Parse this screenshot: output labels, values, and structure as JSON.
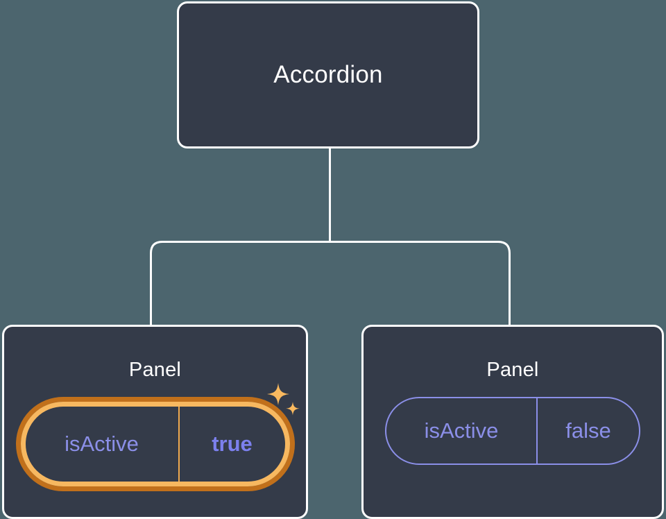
{
  "diagram": {
    "type": "component-tree",
    "background_color": "#4c656e",
    "node_fill_color": "#343b49",
    "node_border_color": "#ffffff",
    "connector_color": "#ffffff",
    "accent_highlight_color": "#f7b860",
    "accent_highlight_outer_color": "#c1701b",
    "prop_text_color": "#8b8fe8",
    "prop_value_active_color": "#7c80ee"
  },
  "root": {
    "title": "Accordion"
  },
  "children": [
    {
      "title": "Panel",
      "highlighted": true,
      "prop": {
        "key": "isActive",
        "value": "true"
      },
      "sparkle_large": "sparkle-icon",
      "sparkle_small": "sparkle-icon"
    },
    {
      "title": "Panel",
      "highlighted": false,
      "prop": {
        "key": "isActive",
        "value": "false"
      }
    }
  ]
}
